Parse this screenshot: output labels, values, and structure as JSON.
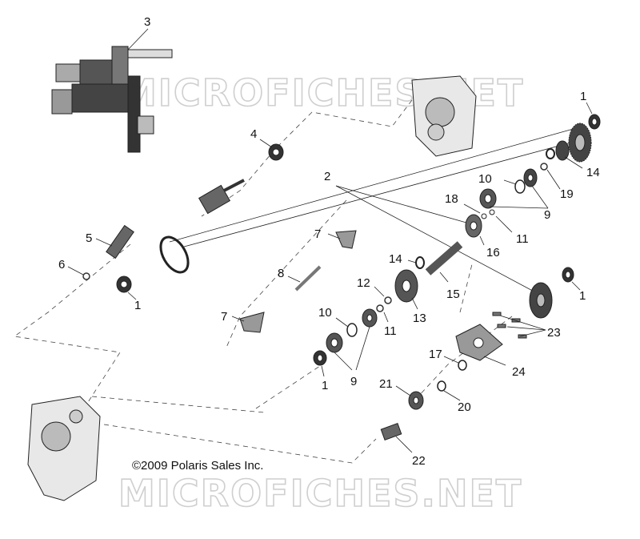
{
  "watermark": {
    "top": "MICROFICHES.NET",
    "bottom": "MICROFICHES.NET"
  },
  "copyright": "©2009 Polaris Sales Inc.",
  "callouts": [
    {
      "id": "3",
      "text": "3"
    },
    {
      "id": "1a",
      "text": "1"
    },
    {
      "id": "4",
      "text": "4"
    },
    {
      "id": "2",
      "text": "2"
    },
    {
      "id": "14a",
      "text": "14"
    },
    {
      "id": "10a",
      "text": "10"
    },
    {
      "id": "19",
      "text": "19"
    },
    {
      "id": "18",
      "text": "18"
    },
    {
      "id": "9a",
      "text": "9"
    },
    {
      "id": "11a",
      "text": "11"
    },
    {
      "id": "16",
      "text": "16"
    },
    {
      "id": "5",
      "text": "5"
    },
    {
      "id": "7a",
      "text": "7"
    },
    {
      "id": "6",
      "text": "6"
    },
    {
      "id": "14b",
      "text": "14"
    },
    {
      "id": "8",
      "text": "8"
    },
    {
      "id": "12",
      "text": "12"
    },
    {
      "id": "15",
      "text": "15"
    },
    {
      "id": "1b",
      "text": "1"
    },
    {
      "id": "1c",
      "text": "1"
    },
    {
      "id": "13",
      "text": "13"
    },
    {
      "id": "7b",
      "text": "7"
    },
    {
      "id": "10b",
      "text": "10"
    },
    {
      "id": "11b",
      "text": "11"
    },
    {
      "id": "23",
      "text": "23"
    },
    {
      "id": "17",
      "text": "17"
    },
    {
      "id": "24",
      "text": "24"
    },
    {
      "id": "9b",
      "text": "9"
    },
    {
      "id": "1d",
      "text": "1"
    },
    {
      "id": "21",
      "text": "21"
    },
    {
      "id": "20",
      "text": "20"
    },
    {
      "id": "22",
      "text": "22"
    }
  ]
}
